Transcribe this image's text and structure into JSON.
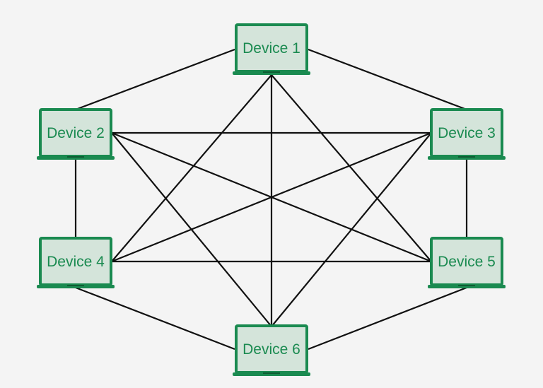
{
  "diagram": {
    "type": "full-mesh-topology",
    "colors": {
      "accent": "#1a8a50",
      "screen_fill": "#d4e4da",
      "line": "#111111",
      "background": "#f4f4f4"
    },
    "nodes": [
      {
        "id": "d1",
        "label": "Device 1",
        "icon": "laptop-icon"
      },
      {
        "id": "d2",
        "label": "Device 2",
        "icon": "laptop-icon"
      },
      {
        "id": "d3",
        "label": "Device 3",
        "icon": "laptop-icon"
      },
      {
        "id": "d4",
        "label": "Device 4",
        "icon": "laptop-icon"
      },
      {
        "id": "d5",
        "label": "Device 5",
        "icon": "laptop-icon"
      },
      {
        "id": "d6",
        "label": "Device 6",
        "icon": "laptop-icon"
      }
    ],
    "edges": [
      [
        "d1",
        "d2"
      ],
      [
        "d1",
        "d3"
      ],
      [
        "d1",
        "d4"
      ],
      [
        "d1",
        "d5"
      ],
      [
        "d1",
        "d6"
      ],
      [
        "d2",
        "d3"
      ],
      [
        "d2",
        "d4"
      ],
      [
        "d2",
        "d5"
      ],
      [
        "d2",
        "d6"
      ],
      [
        "d3",
        "d4"
      ],
      [
        "d3",
        "d5"
      ],
      [
        "d3",
        "d6"
      ],
      [
        "d4",
        "d5"
      ],
      [
        "d4",
        "d6"
      ],
      [
        "d5",
        "d6"
      ]
    ]
  }
}
